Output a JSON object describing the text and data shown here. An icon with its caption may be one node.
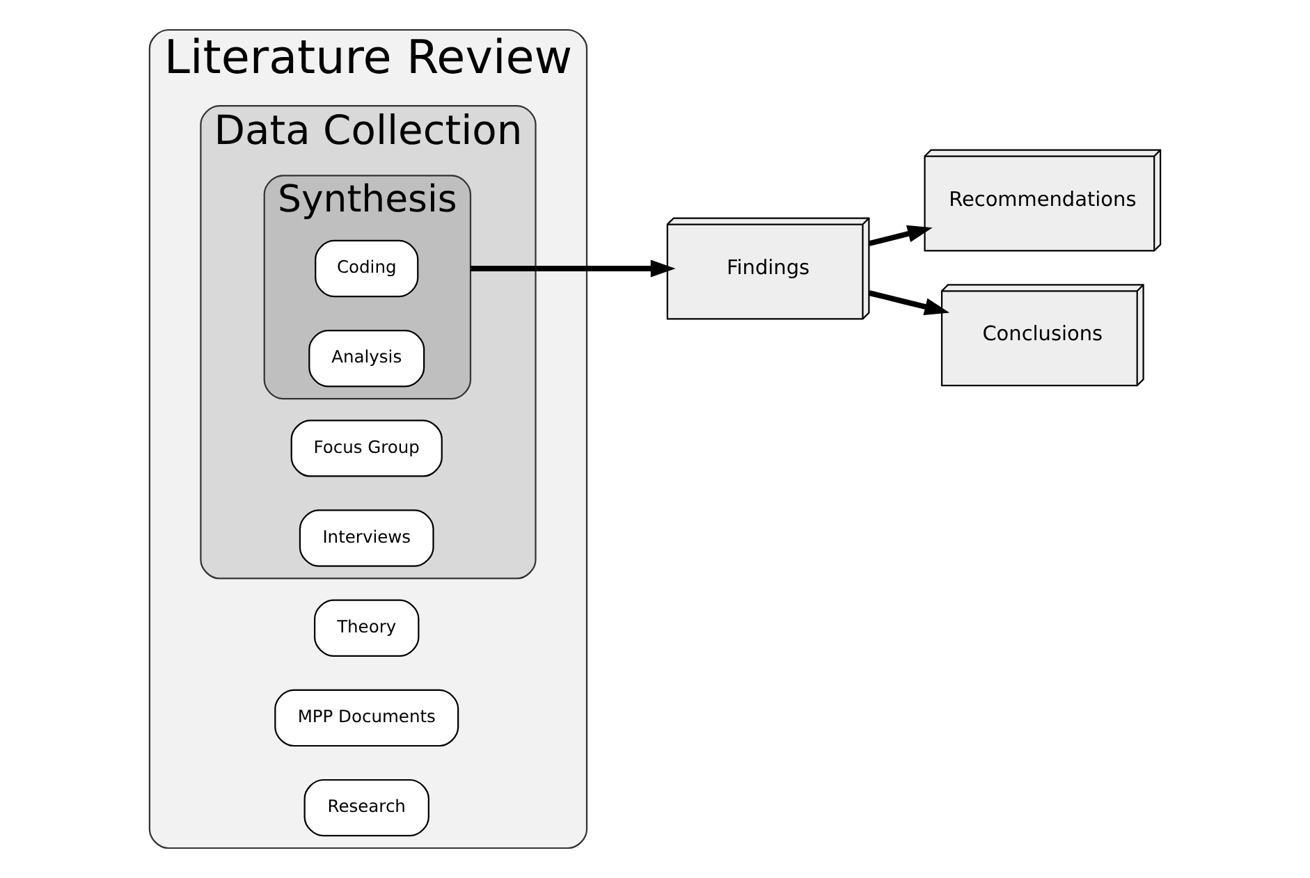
{
  "diagram": {
    "nodes": [
      {
        "text": [
          "Literature Review"
        ]
      },
      {
        "text": [
          "Theory"
        ],
        "in": 0
      },
      {
        "text": [
          "MPP Documents"
        ],
        "in": 0
      },
      {
        "text": [
          "Research"
        ],
        "in": 0
      },
      {
        "text": [
          "Data Collection"
        ],
        "in": 0
      },
      {
        "text": [
          "Focus Group"
        ],
        "in": 4
      },
      {
        "text": [
          "Interviews"
        ],
        "in": 4
      },
      {
        "text": [
          "Synthesis"
        ],
        "in": 4
      },
      {
        "text": [
          "Coding"
        ],
        "in": 7
      },
      {
        "text": [
          "Analysis"
        ],
        "in": 7
      },
      {
        "text": [
          "Recommendations"
        ]
      },
      {
        "text": [
          "Conclusions"
        ]
      },
      {
        "text": [
          "Findings"
        ]
      }
    ],
    "edges": [
      {
        "from": 7,
        "to": 12,
        "arrow": "to"
      },
      {
        "from": 12,
        "to": 11,
        "arrow": "to"
      },
      {
        "from": 12,
        "to": 10,
        "arrow": "to"
      }
    ]
  }
}
